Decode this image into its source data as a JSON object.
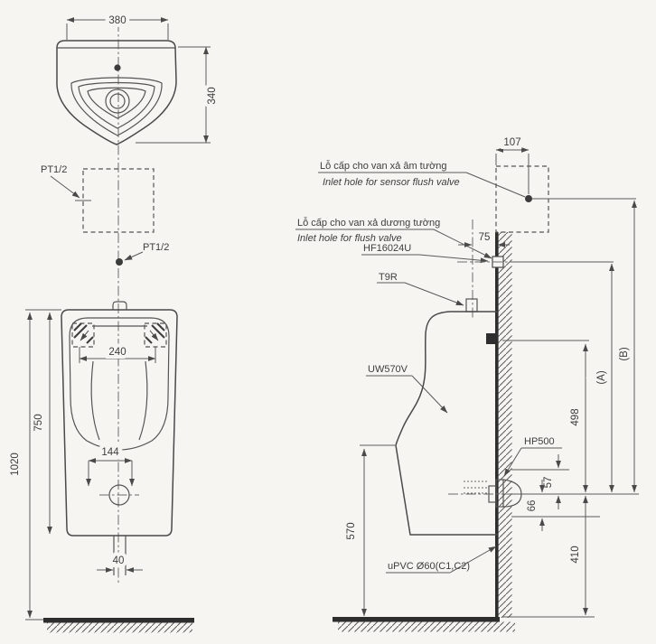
{
  "drawing": {
    "model": "UW570V",
    "labels": {
      "pt_top": "PT1/2",
      "pt_bottom": "PT1/2",
      "sensor_inlet_vi": "Lỗ cấp cho van xả âm tường",
      "sensor_inlet_en": "Inlet hole for sensor flush valve",
      "flush_inlet_vi": "Lỗ cấp cho van xả dương tường",
      "flush_inlet_en": "Inlet hole for flush valve",
      "spud_fitting": "HF16024U",
      "spud_t9r": "T9R",
      "model": "UW570V",
      "outlet_socket": "HP500",
      "drain_pipe": "uPVC Ø60(C1,C2)"
    },
    "dimensions": {
      "top_width": "380",
      "top_depth": "340",
      "bolt_span": "240",
      "rim_height": "750",
      "overall_height": "1020",
      "lower_bolt_span": "144",
      "outlet_gap": "40",
      "sensor_offset": "107",
      "flush_offset": "75",
      "bracket_above_outlet": "498",
      "socket_upper": "57",
      "socket_lower": "66",
      "front_lip_height": "570",
      "outlet_height": "410",
      "dim_a": "(A)",
      "dim_b": "(B)"
    },
    "colors": {
      "line": "#4a4a4a",
      "dark": "#2e2e2e",
      "bg": "#f6f5f2"
    }
  }
}
